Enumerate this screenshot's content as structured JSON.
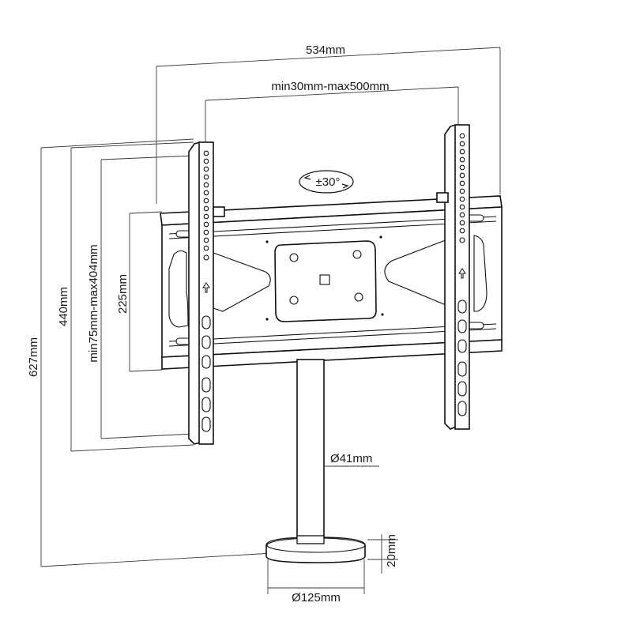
{
  "dimensions": {
    "overall_width": "534mm",
    "vesa_horizontal": "min30mm-max500mm",
    "tilt": "±30°",
    "overall_height": "627mm",
    "arm_height": "440mm",
    "vesa_vertical": "min75mm-max404mm",
    "plate_height": "225mm",
    "pole_diameter": "Ø41mm",
    "base_height": "20mm",
    "base_diameter": "Ø125mm"
  },
  "colors": {
    "line": "#111111",
    "dimension_line": "#3a3a3a",
    "background": "#ffffff"
  }
}
